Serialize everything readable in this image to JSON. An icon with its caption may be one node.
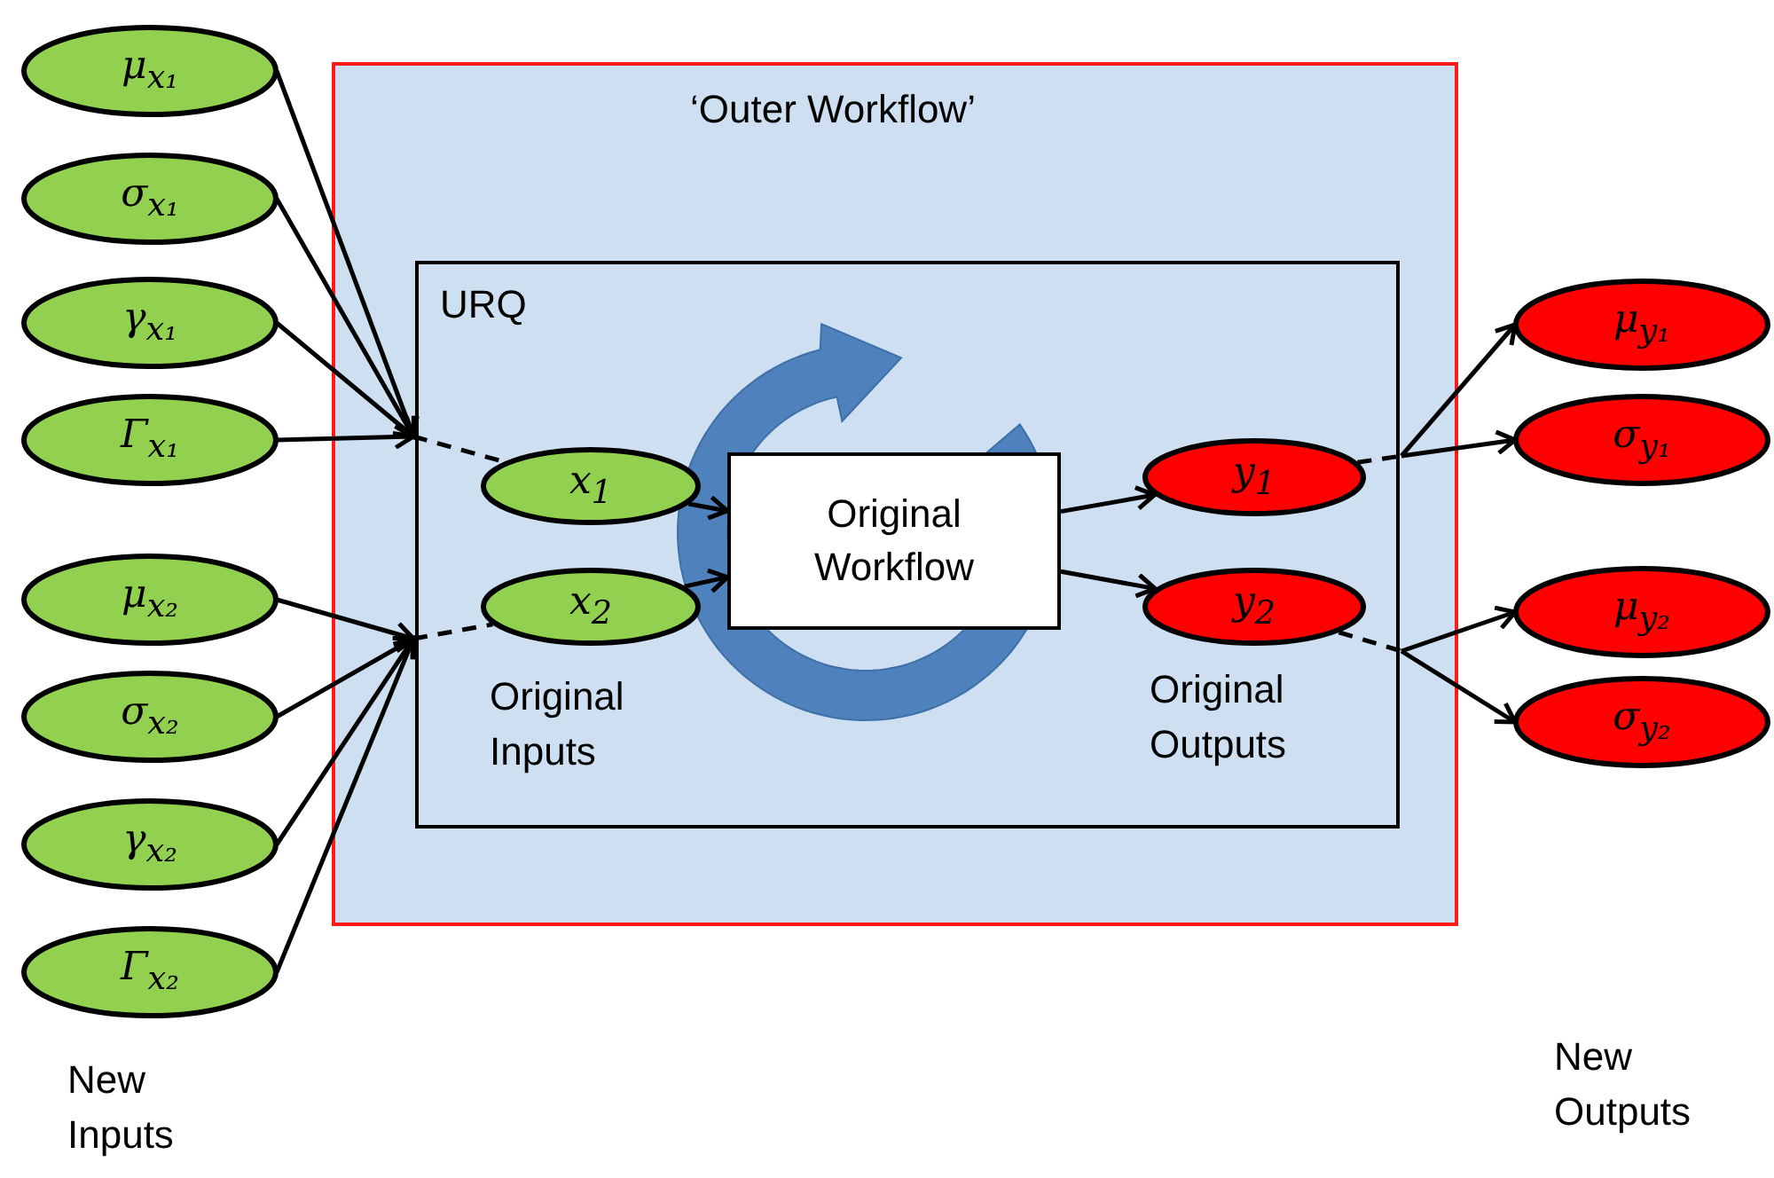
{
  "diagram": {
    "nodes": [
      {
        "text": [
          "‘Outer Workflow’"
        ]
      },
      {
        "text": [
          "URQ"
        ],
        "in": 0
      },
      {
        "text": [
          "x$_{1}$"
        ],
        "in": 1
      },
      {
        "text": [
          "x$_{2}$"
        ],
        "in": 1
      },
      {
        "text": [
          "Original Workflow"
        ],
        "in": 1
      },
      {
        "text": [
          "y$_{1}$"
        ],
        "in": 1
      },
      {
        "text": [
          "y$_{2}$"
        ],
        "in": 1
      },
      {
        "text": [
          "μ$_{x₁}$"
        ]
      },
      {
        "text": [
          "σ$_{x₁}$"
        ]
      },
      {
        "text": [
          "γ$_{x₁}$"
        ]
      },
      {
        "text": [
          "Γ$_{x₁}$"
        ]
      },
      {
        "text": [
          "μ$_{x₂}$"
        ]
      },
      {
        "text": [
          "σ$_{x₂}$"
        ]
      },
      {
        "text": [
          "γ$_{x₂}$"
        ]
      },
      {
        "text": [
          "Γ$_{x₂}$"
        ]
      },
      {
        "text": [
          "μ$_{y₁}$"
        ]
      },
      {
        "text": [
          "σ$_{y₁}$"
        ]
      },
      {
        "text": [
          "μ$_{y₂}$"
        ]
      },
      {
        "text": [
          "σ$_{y₂}$"
        ]
      }
    ],
    "edges": [
      {
        "from": 7,
        "to": 1,
        "arrow": "to"
      },
      {
        "from": 8,
        "to": 1,
        "arrow": "to"
      },
      {
        "from": 9,
        "to": 1,
        "arrow": "to"
      },
      {
        "from": 10,
        "to": 1,
        "arrow": "to"
      },
      {
        "from": 11,
        "to": 1,
        "arrow": "to"
      },
      {
        "from": 12,
        "to": 1,
        "arrow": "to"
      },
      {
        "from": 13,
        "to": 1,
        "arrow": "to"
      },
      {
        "from": 14,
        "to": 1,
        "arrow": "to"
      },
      {
        "from": 1,
        "to": 2,
        "arrow": "none",
        "style": "dashed"
      },
      {
        "from": 1,
        "to": 3,
        "arrow": "none",
        "style": "dashed"
      },
      {
        "from": 2,
        "to": 4,
        "arrow": "to"
      },
      {
        "from": 3,
        "to": 4,
        "arrow": "to"
      },
      {
        "from": 4,
        "to": 5,
        "arrow": "to"
      },
      {
        "from": 4,
        "to": 6,
        "arrow": "to"
      },
      {
        "from": 5,
        "to": 1,
        "arrow": "none",
        "style": "dashed"
      },
      {
        "from": 6,
        "to": 1,
        "arrow": "none",
        "style": "dashed"
      },
      {
        "from": 1,
        "to": 15,
        "arrow": "to"
      },
      {
        "from": 1,
        "to": 16,
        "arrow": "to"
      },
      {
        "from": 1,
        "to": 17,
        "arrow": "to"
      },
      {
        "from": 1,
        "to": 18,
        "arrow": "to"
      }
    ],
    "labels": [
      "Original Inputs",
      "Original Outputs",
      "New Inputs",
      "New Outputs"
    ]
  }
}
